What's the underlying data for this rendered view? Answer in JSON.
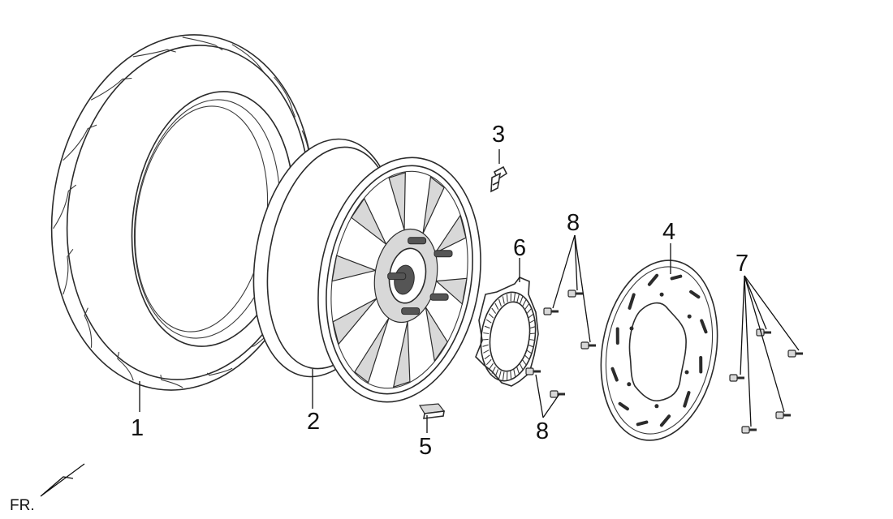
{
  "callouts": {
    "c1": "1",
    "c2": "2",
    "c3": "3",
    "c4": "4",
    "c5": "5",
    "c6": "6",
    "c7": "7",
    "c8a": "8",
    "c8b": "8"
  },
  "orientation_label": "FR."
}
